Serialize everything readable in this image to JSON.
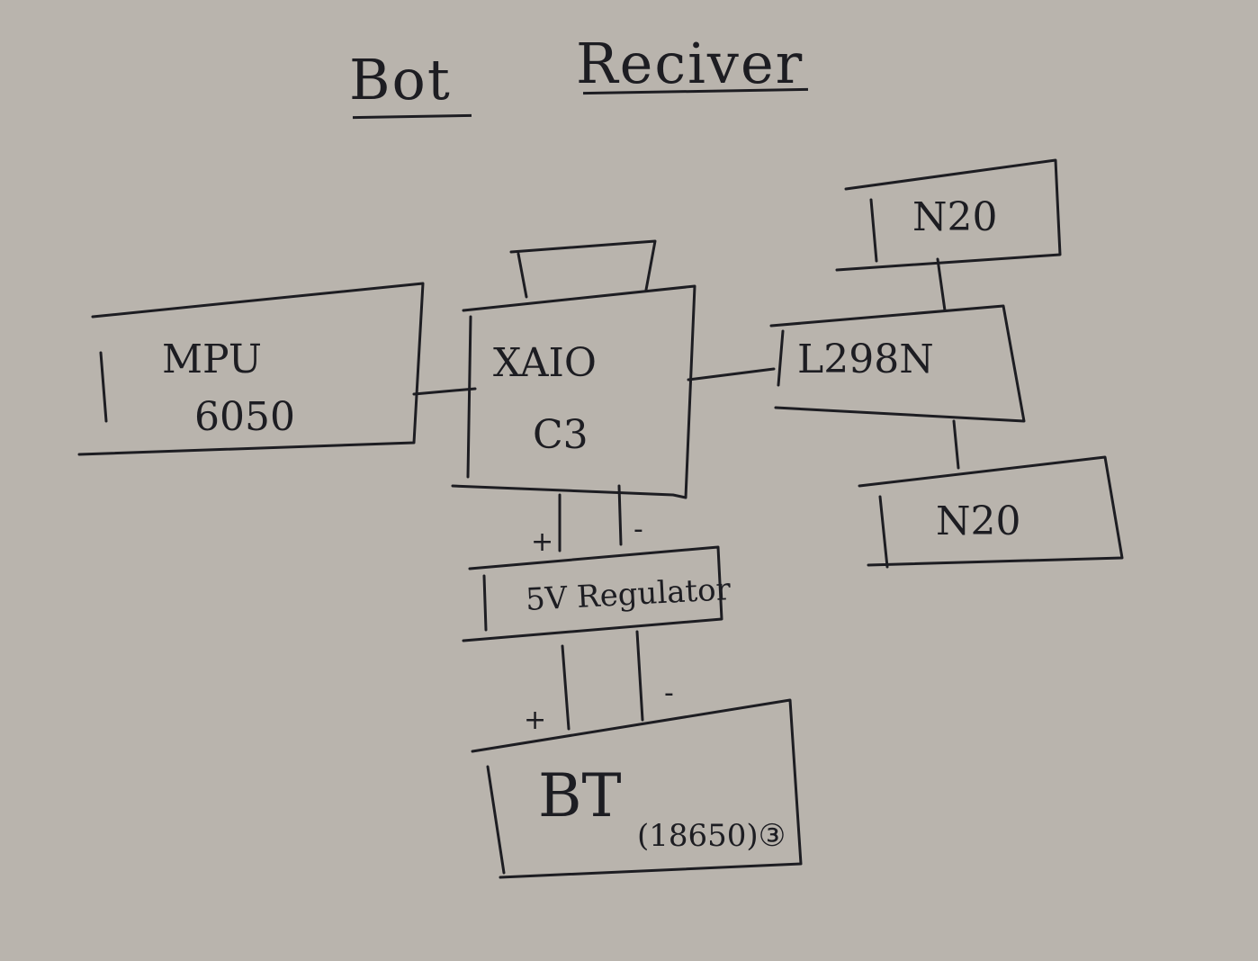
{
  "title": {
    "word1": "Bot",
    "word2": "Reciver"
  },
  "blocks": {
    "mpu": {
      "line1": "MPU",
      "line2": "6050"
    },
    "mcu": {
      "line1": "XAIO",
      "line2": "C3"
    },
    "driver": {
      "label": "L298N"
    },
    "motor_top": {
      "label": "N20"
    },
    "motor_bottom": {
      "label": "N20"
    },
    "regulator": {
      "label": "5V Regulator"
    },
    "battery": {
      "label": "BT",
      "sublabel": "(18650)③"
    }
  },
  "polarity": {
    "upper_plus": "+",
    "upper_minus": "-",
    "lower_plus": "+",
    "lower_minus": "-"
  }
}
